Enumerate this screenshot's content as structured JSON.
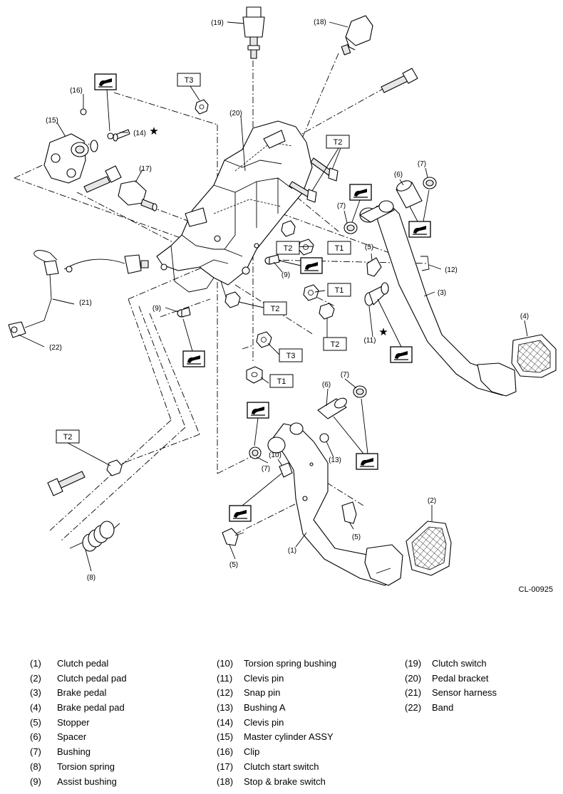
{
  "callouts": {
    "c1": "(1)",
    "c2": "(2)",
    "c3": "(3)",
    "c4": "(4)",
    "c5a": "(5)",
    "c5b": "(5)",
    "c5c": "(5)",
    "c6a": "(6)",
    "c6b": "(6)",
    "c7a": "(7)",
    "c7b": "(7)",
    "c7c": "(7)",
    "c7d": "(7)",
    "c8": "(8)",
    "c9a": "(9)",
    "c9b": "(9)",
    "c10": "(10)",
    "c11": "(11)",
    "c12": "(12)",
    "c13": "(13)",
    "c14": "(14)",
    "c15": "(15)",
    "c16": "(16)",
    "c17": "(17)",
    "c18": "(18)",
    "c19": "(19)",
    "c20": "(20)",
    "c21": "(21)",
    "c22": "(22)"
  },
  "torque_boxes": {
    "t1a": "T1",
    "t1b": "T1",
    "t1c": "T1",
    "t2a": "T2",
    "t2b": "T2",
    "t2c": "T2",
    "t2d": "T2",
    "t2e": "T2",
    "t3a": "T3",
    "t3b": "T3"
  },
  "star_symbol": "★",
  "figure_code": "CL-00925",
  "legend": {
    "col1": [
      {
        "num": "(1)",
        "name": "Clutch pedal"
      },
      {
        "num": "(2)",
        "name": "Clutch pedal pad"
      },
      {
        "num": "(3)",
        "name": "Brake pedal"
      },
      {
        "num": "(4)",
        "name": "Brake pedal pad"
      },
      {
        "num": "(5)",
        "name": "Stopper"
      },
      {
        "num": "(6)",
        "name": "Spacer"
      },
      {
        "num": "(7)",
        "name": "Bushing"
      },
      {
        "num": "(8)",
        "name": "Torsion spring"
      },
      {
        "num": "(9)",
        "name": "Assist bushing"
      }
    ],
    "col2": [
      {
        "num": "(10)",
        "name": "Torsion spring bushing"
      },
      {
        "num": "(11)",
        "name": "Clevis pin"
      },
      {
        "num": "(12)",
        "name": "Snap pin"
      },
      {
        "num": "(13)",
        "name": "Bushing A"
      },
      {
        "num": "(14)",
        "name": "Clevis pin"
      },
      {
        "num": "(15)",
        "name": "Master cylinder ASSY"
      },
      {
        "num": "(16)",
        "name": "Clip"
      },
      {
        "num": "(17)",
        "name": "Clutch start switch"
      },
      {
        "num": "(18)",
        "name": "Stop & brake switch"
      }
    ],
    "col3": [
      {
        "num": "(19)",
        "name": "Clutch switch"
      },
      {
        "num": "(20)",
        "name": "Pedal bracket"
      },
      {
        "num": "(21)",
        "name": "Sensor harness"
      },
      {
        "num": "(22)",
        "name": "Band"
      }
    ]
  }
}
